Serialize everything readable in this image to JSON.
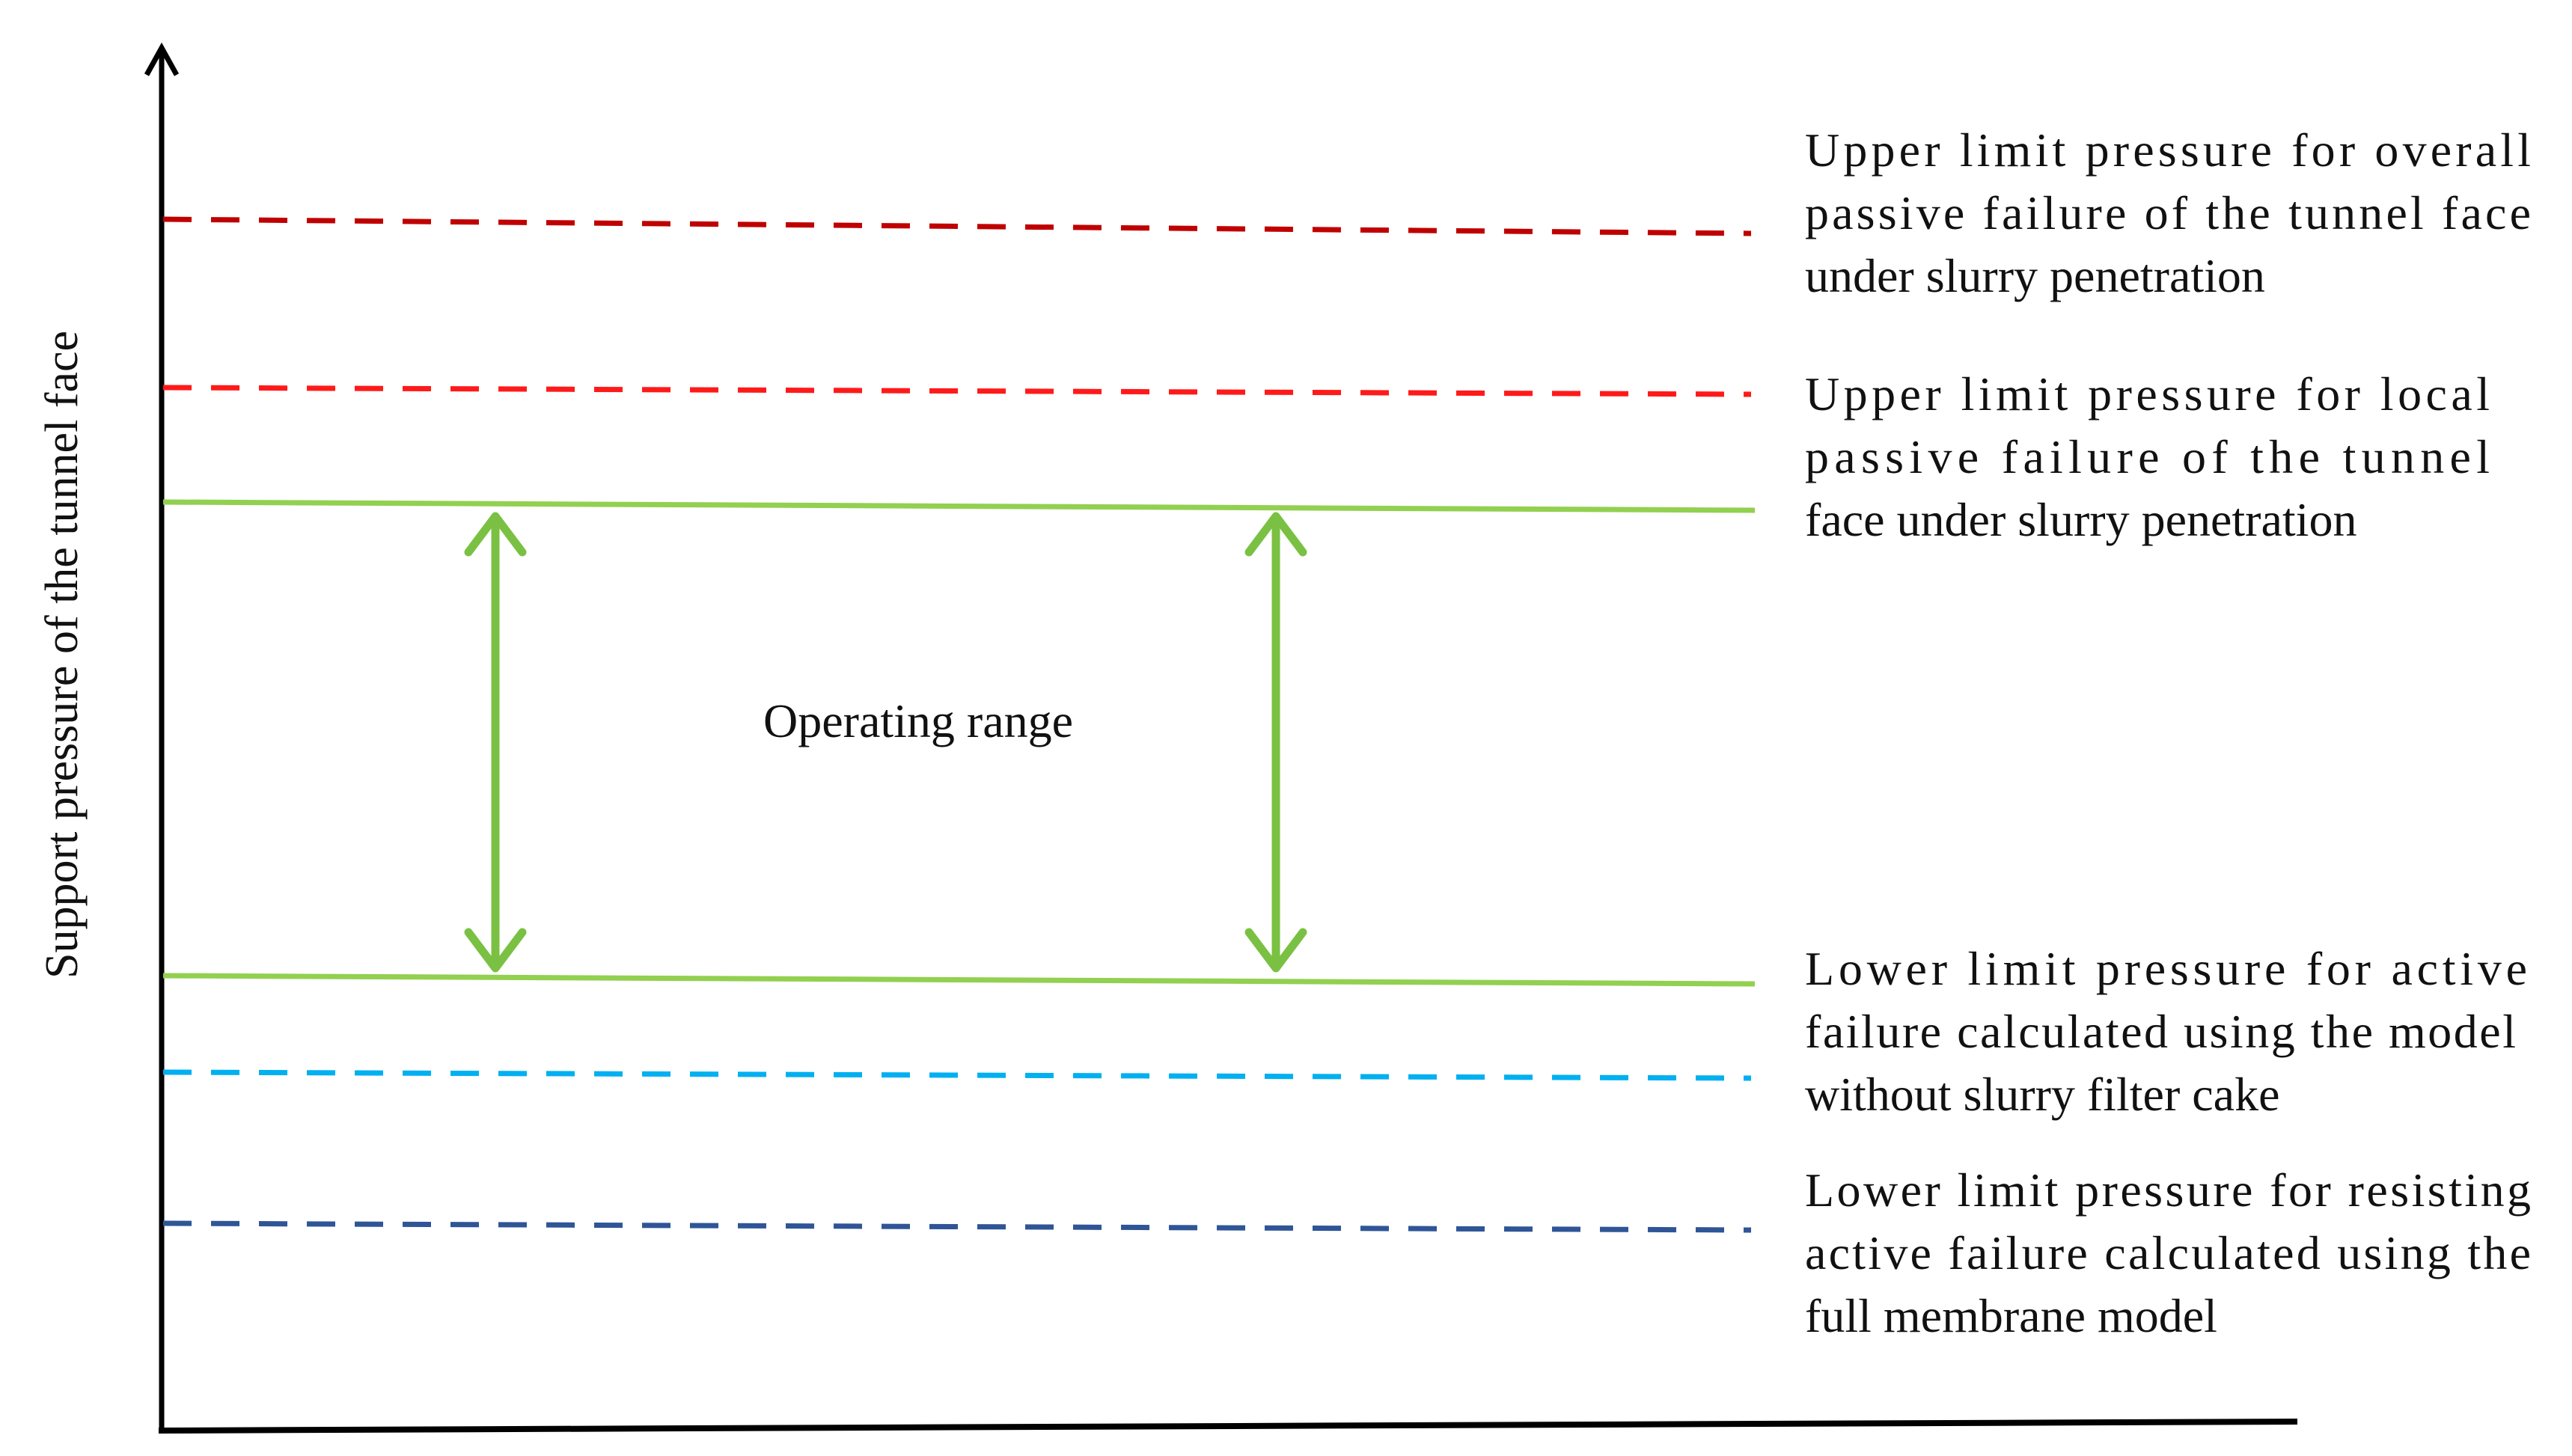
{
  "figure": {
    "y_axis_label": "Support pressure of the tunnel face",
    "operating_range_label": "Operating range",
    "lines": [
      {
        "name": "upper-limit-overall-passive-line",
        "style": "dashed",
        "color": "#c00000",
        "label_lines": [
          "Upper limit pressure for overall",
          "passive failure of the tunnel face",
          "under slurry penetration"
        ]
      },
      {
        "name": "upper-limit-local-passive-line",
        "style": "dashed",
        "color": "#ff1a1a",
        "label_lines": [
          "Upper limit pressure for local",
          "passive failure of the tunnel",
          "face under slurry penetration"
        ]
      },
      {
        "name": "operating-upper-bound-line",
        "style": "solid",
        "color": "#92d050",
        "label_lines": []
      },
      {
        "name": "lower-limit-active-no-cake-line",
        "style": "solid",
        "color": "#92d050",
        "label_lines": [
          "Lower limit pressure for active",
          "failure calculated using the model",
          "without slurry filter cake"
        ]
      },
      {
        "name": "lower-limit-active-dashed-line",
        "style": "dashed",
        "color": "#00b0f0",
        "label_lines": []
      },
      {
        "name": "lower-limit-full-membrane-line",
        "style": "dashed",
        "color": "#2f5597",
        "label_lines": [
          "Lower limit pressure for resisting",
          "active failure calculated using the",
          "full membrane model"
        ]
      }
    ],
    "arrow_color": "#7ac143",
    "axis_color": "#000000"
  }
}
